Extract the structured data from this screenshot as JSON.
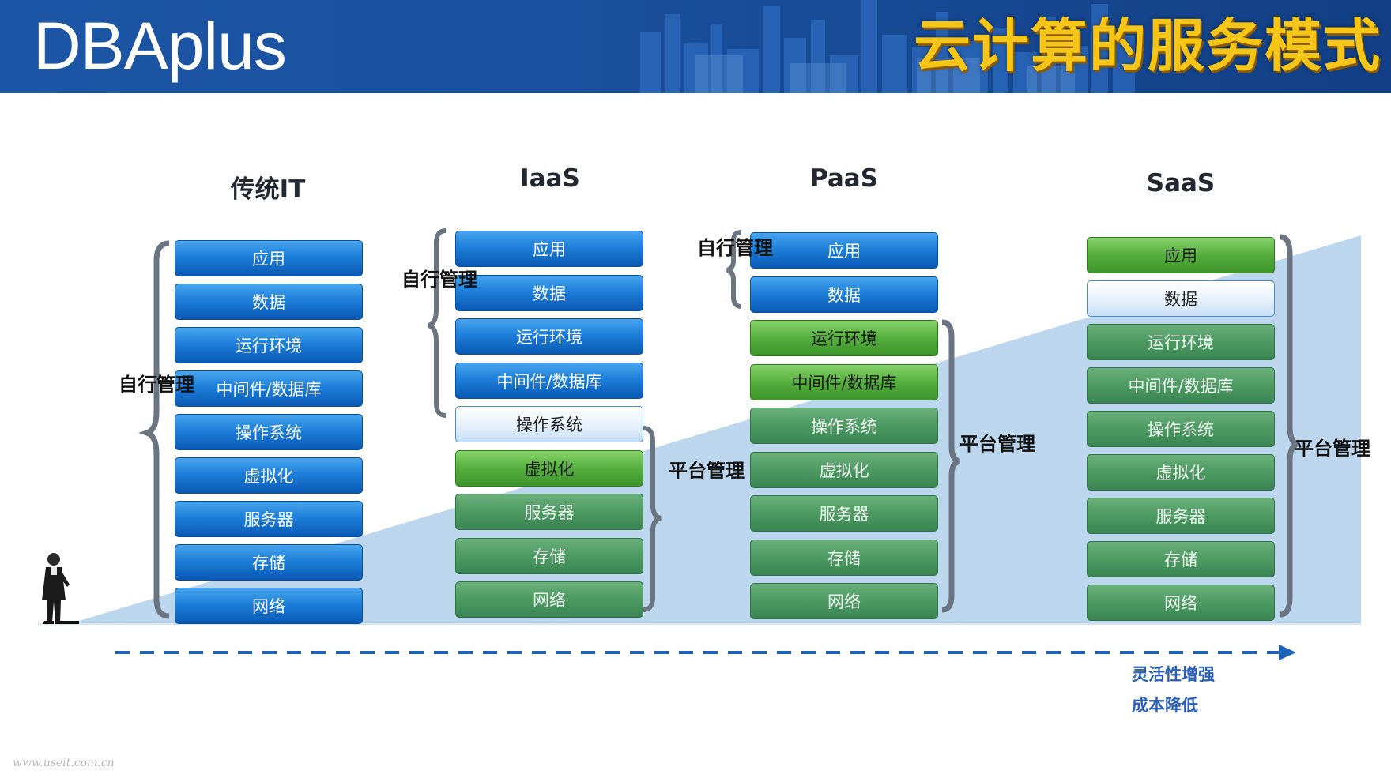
{
  "header": {
    "logo_text": "DBAplus",
    "title": "云计算的服务模式",
    "background_color": "#1a4f9c",
    "title_color": "#f5c518"
  },
  "columns": [
    {
      "title": "传统IT",
      "layers": [
        {
          "label": "应用",
          "style": "blue"
        },
        {
          "label": "数据",
          "style": "blue"
        },
        {
          "label": "运行环境",
          "style": "blue"
        },
        {
          "label": "中间件/数据库",
          "style": "blue"
        },
        {
          "label": "操作系统",
          "style": "blue"
        },
        {
          "label": "虚拟化",
          "style": "blue"
        },
        {
          "label": "服务器",
          "style": "blue"
        },
        {
          "label": "存储",
          "style": "blue"
        },
        {
          "label": "网络",
          "style": "blue"
        }
      ],
      "self_managed_label": "自行管理"
    },
    {
      "title": "IaaS",
      "layers": [
        {
          "label": "应用",
          "style": "blue"
        },
        {
          "label": "数据",
          "style": "blue"
        },
        {
          "label": "运行环境",
          "style": "blue"
        },
        {
          "label": "中间件/数据库",
          "style": "blue"
        },
        {
          "label": "操作系统",
          "style": "lightblue"
        },
        {
          "label": "虚拟化",
          "style": "brightgreen"
        },
        {
          "label": "服务器",
          "style": "mutedgreen"
        },
        {
          "label": "存储",
          "style": "mutedgreen"
        },
        {
          "label": "网络",
          "style": "mutedgreen"
        }
      ],
      "self_managed_label": "自行管理",
      "platform_managed_label": "平台管理"
    },
    {
      "title": "PaaS",
      "layers": [
        {
          "label": "应用",
          "style": "blue"
        },
        {
          "label": "数据",
          "style": "blue"
        },
        {
          "label": "运行环境",
          "style": "brightgreen"
        },
        {
          "label": "中间件/数据库",
          "style": "brightgreen"
        },
        {
          "label": "操作系统",
          "style": "mutedgreen"
        },
        {
          "label": "虚拟化",
          "style": "mutedgreen"
        },
        {
          "label": "服务器",
          "style": "mutedgreen"
        },
        {
          "label": "存储",
          "style": "mutedgreen"
        },
        {
          "label": "网络",
          "style": "mutedgreen"
        }
      ],
      "self_managed_label": "自行管理",
      "platform_managed_label": "平台管理"
    },
    {
      "title": "SaaS",
      "layers": [
        {
          "label": "应用",
          "style": "brightgreen"
        },
        {
          "label": "数据",
          "style": "lightblue"
        },
        {
          "label": "运行环境",
          "style": "mutedgreen"
        },
        {
          "label": "中间件/数据库",
          "style": "mutedgreen"
        },
        {
          "label": "操作系统",
          "style": "mutedgreen"
        },
        {
          "label": "虚拟化",
          "style": "mutedgreen"
        },
        {
          "label": "服务器",
          "style": "mutedgreen"
        },
        {
          "label": "存储",
          "style": "mutedgreen"
        },
        {
          "label": "网络",
          "style": "mutedgreen"
        }
      ],
      "platform_managed_label": "平台管理"
    }
  ],
  "trend": {
    "benefit_1": "灵活性增强",
    "benefit_2": "成本降低",
    "arrow_color": "#1f63b8",
    "wedge_color": "#b9d5ee"
  },
  "person_icon": "businessman-standing-icon",
  "watermark": "www.useit.com.cn"
}
